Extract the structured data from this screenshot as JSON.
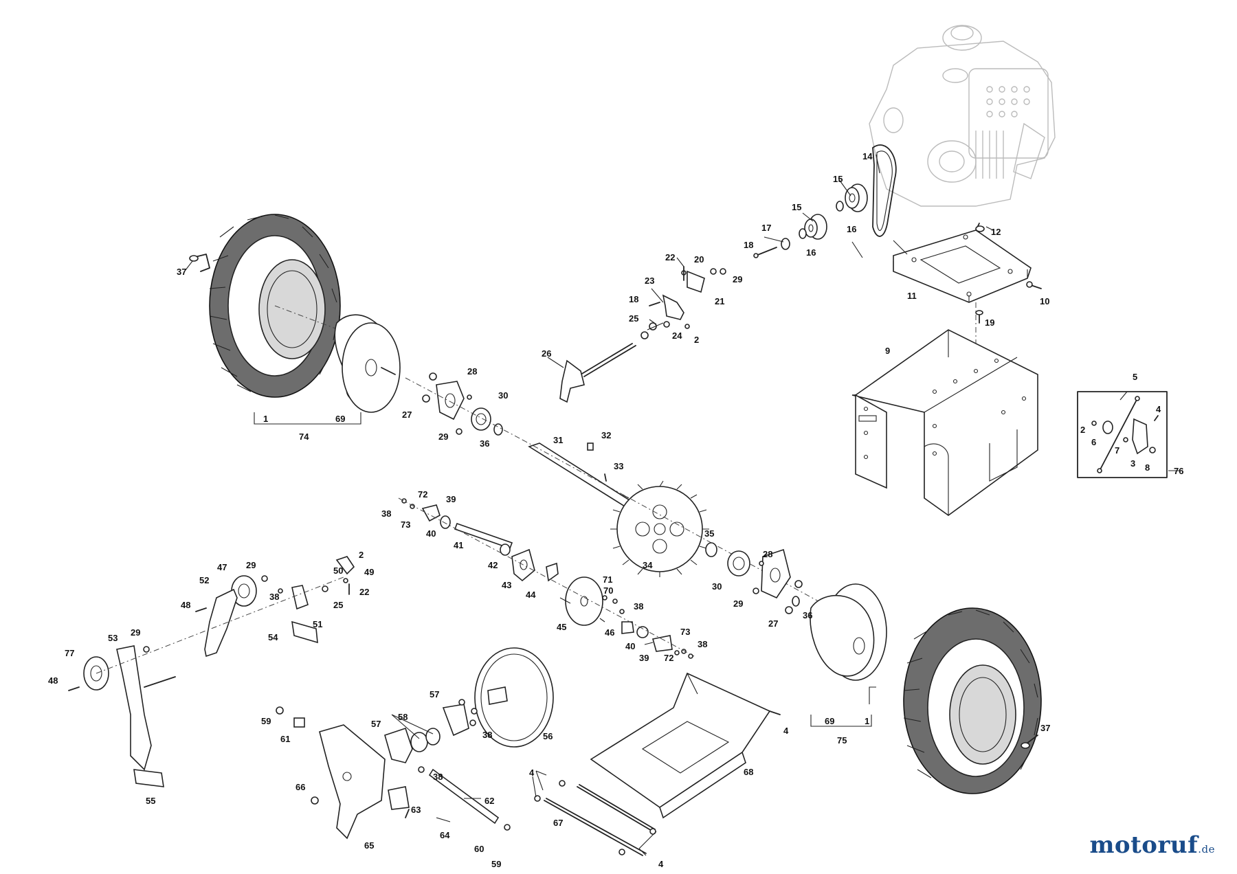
{
  "diagram": {
    "callouts": {
      "c1a": "1",
      "c1b": "1",
      "c2a": "2",
      "c2b": "2",
      "c2c": "2",
      "c3": "3",
      "c4a": "4",
      "c4b": "4",
      "c4c": "4",
      "c4d": "4",
      "c5": "5",
      "c6": "6",
      "c7": "7",
      "c8": "8",
      "c9": "9",
      "c10": "10",
      "c11": "11",
      "c12": "12",
      "c14": "14",
      "c15a": "15",
      "c15b": "15",
      "c16a": "16",
      "c16b": "16",
      "c17": "17",
      "c18a": "18",
      "c18b": "18",
      "c19": "19",
      "c20": "20",
      "c21": "21",
      "c22a": "22",
      "c22b": "22",
      "c23": "23",
      "c24": "24",
      "c25a": "25",
      "c25b": "25",
      "c26": "26",
      "c27a": "27",
      "c27b": "27",
      "c28a": "28",
      "c28b": "28",
      "c29a": "29",
      "c29b": "29",
      "c29c": "29",
      "c29d": "29",
      "c29e": "29",
      "c30a": "30",
      "c30b": "30",
      "c31": "31",
      "c32": "32",
      "c33": "33",
      "c34": "34",
      "c35": "35",
      "c36a": "36",
      "c36b": "36",
      "c37a": "37",
      "c37b": "37",
      "c38a": "38",
      "c38b": "38",
      "c38c": "38",
      "c38d": "38",
      "c38e": "38",
      "c38f": "38",
      "c39a": "39",
      "c39b": "39",
      "c40a": "40",
      "c40b": "40",
      "c41": "41",
      "c42": "42",
      "c43": "43",
      "c44": "44",
      "c45": "45",
      "c46": "46",
      "c47": "47",
      "c48a": "48",
      "c48b": "48",
      "c49": "49",
      "c50": "50",
      "c51": "51",
      "c52": "52",
      "c53": "53",
      "c54": "54",
      "c55": "55",
      "c56": "56",
      "c57a": "57",
      "c57b": "57",
      "c58": "58",
      "c59a": "59",
      "c59b": "59",
      "c60": "60",
      "c61": "61",
      "c62": "62",
      "c63": "63",
      "c64": "64",
      "c65": "65",
      "c66": "66",
      "c67": "67",
      "c68": "68",
      "c69a": "69",
      "c69b": "69",
      "c70": "70",
      "c71": "71",
      "c72a": "72",
      "c72b": "72",
      "c73a": "73",
      "c73b": "73",
      "c74": "74",
      "c75": "75",
      "c76": "76",
      "c77": "77"
    }
  },
  "branding": {
    "name": "motoruf",
    "tld": ".de",
    "color": "#1a4c8a"
  }
}
